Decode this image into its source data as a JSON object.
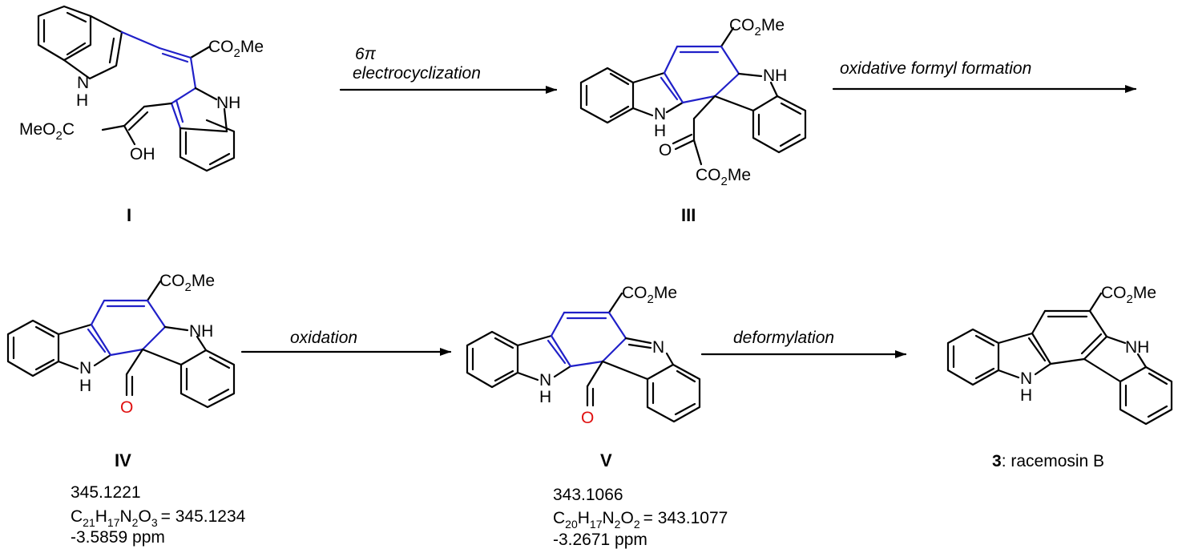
{
  "colors": {
    "bond": "#000000",
    "new_bond": "#2020c8",
    "oxygen_highlight": "#e01010"
  },
  "labels": {
    "co2me": "CO2Me",
    "meo2c": "MeO2C",
    "nh": "NH",
    "n": "N",
    "h": "H",
    "oh": "OH",
    "o": "O"
  },
  "compounds": {
    "I": {
      "id": "I"
    },
    "III": {
      "id": "III"
    },
    "IV": {
      "id": "IV",
      "ms": {
        "observed": "345.1221",
        "formula_value": "= 345.1234",
        "error": "-3.5859 ppm"
      }
    },
    "V": {
      "id": "V",
      "ms": {
        "observed": "343.1066",
        "formula_value": "= 343.1077",
        "error": "-3.2671 ppm"
      }
    },
    "product": {
      "number": "3",
      "name": ": racemosin B"
    }
  },
  "steps": {
    "s1_line1": "6",
    "s1_pi": "π",
    "s1_line2": "electrocyclization",
    "s2": "oxidative formyl formation",
    "s3": "oxidation",
    "s4": "deformylation"
  }
}
